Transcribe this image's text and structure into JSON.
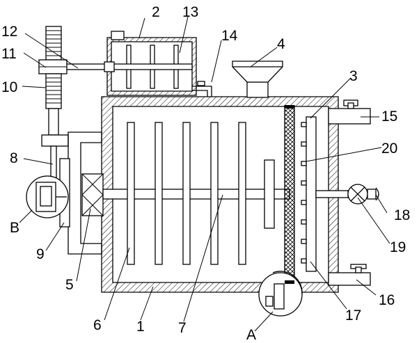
{
  "labels": {
    "l1": "1",
    "l2": "2",
    "l3": "3",
    "l4": "4",
    "l5": "5",
    "l6": "6",
    "l7": "7",
    "l8": "8",
    "l9": "9",
    "l10": "10",
    "l11": "11",
    "l12": "12",
    "l13": "13",
    "l14": "14",
    "l15": "15",
    "l16": "16",
    "l17": "17",
    "l18": "18",
    "l19": "19",
    "l20": "20",
    "lA": "A",
    "lB": "B"
  }
}
